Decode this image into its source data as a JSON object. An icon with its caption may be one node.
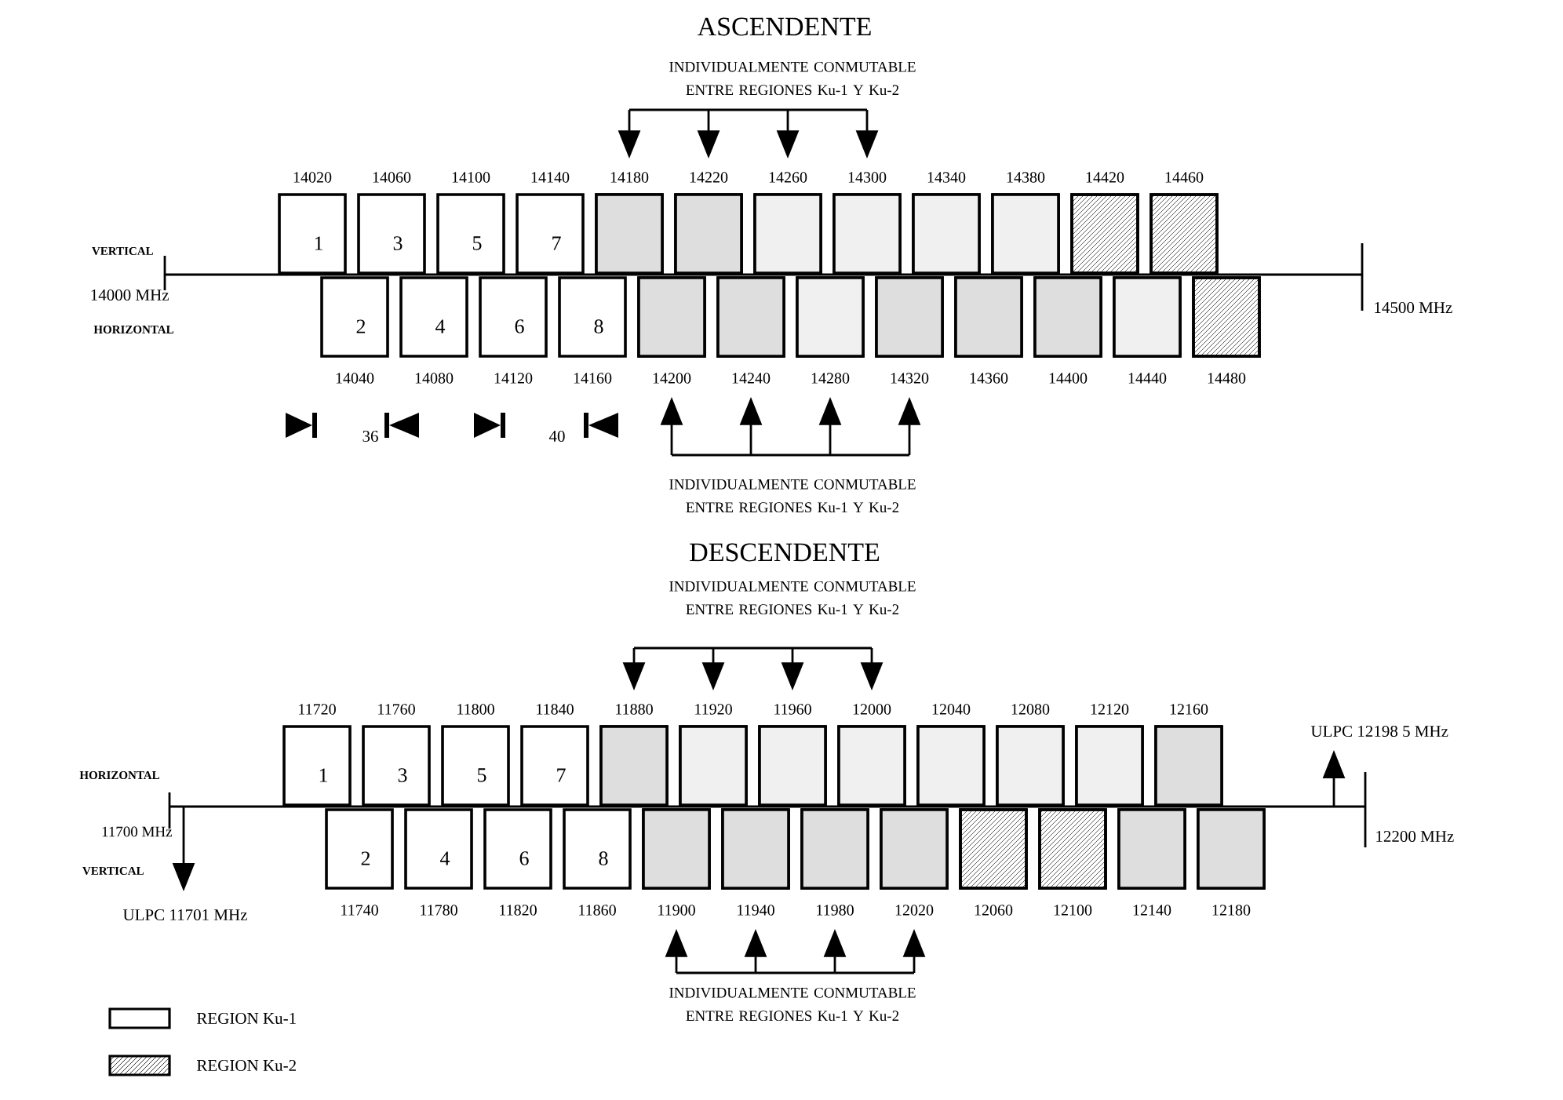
{
  "diagram": {
    "nodes": [
      {
        "text": [
          "1"
        ],
        "beside": [
          "14020"
        ]
      },
      {
        "text": [
          "3"
        ],
        "beside": [
          "14060"
        ]
      },
      {
        "text": [
          "5"
        ],
        "beside": [
          "14100"
        ]
      },
      {
        "text": [
          "7"
        ],
        "beside": [
          "14140"
        ]
      },
      {
        "text": [],
        "shape": "box",
        "beside": [
          "14180"
        ]
      },
      {
        "text": [],
        "shape": "box",
        "beside": [
          "14220"
        ]
      },
      {
        "text": [],
        "shape": "box",
        "beside": [
          "14260"
        ]
      },
      {
        "text": [],
        "shape": "box",
        "beside": [
          "14300"
        ]
      },
      {
        "text": [],
        "shape": "box",
        "beside": [
          "14340"
        ]
      },
      {
        "text": [],
        "shape": "box",
        "beside": [
          "14380"
        ]
      },
      {
        "text": [],
        "shape": "box",
        "beside": [
          "14420"
        ]
      },
      {
        "text": [],
        "shape": "box",
        "beside": [
          "14460"
        ]
      },
      {
        "text": [
          "2"
        ],
        "beside": [
          "14040"
        ]
      },
      {
        "text": [
          "4"
        ],
        "beside": [
          "14080"
        ]
      },
      {
        "text": [
          "6"
        ],
        "beside": [
          "14120"
        ]
      },
      {
        "text": [
          "8"
        ],
        "beside": [
          "14160"
        ]
      },
      {
        "text": [],
        "shape": "box",
        "beside": [
          "14200"
        ]
      },
      {
        "text": [],
        "shape": "box",
        "beside": [
          "14240"
        ]
      },
      {
        "text": [],
        "shape": "box",
        "beside": [
          "14280"
        ]
      },
      {
        "text": [],
        "shape": "box",
        "beside": [
          "14320"
        ]
      },
      {
        "text": [],
        "shape": "box",
        "beside": [
          "14360"
        ]
      },
      {
        "text": [],
        "shape": "box",
        "beside": [
          "14400"
        ]
      },
      {
        "text": [],
        "shape": "box",
        "beside": [
          "14440"
        ]
      },
      {
        "text": [],
        "shape": "box",
        "beside": [
          "14480"
        ]
      },
      {
        "text": [
          "1"
        ],
        "beside": [
          "11720"
        ]
      },
      {
        "text": [
          "3"
        ],
        "beside": [
          "11760"
        ]
      },
      {
        "text": [
          "5"
        ],
        "beside": [
          "11800"
        ]
      },
      {
        "text": [
          "7"
        ],
        "beside": [
          "11840"
        ]
      },
      {
        "text": [],
        "shape": "box",
        "beside": [
          "11880"
        ]
      },
      {
        "text": [],
        "shape": "box",
        "beside": [
          "11920"
        ]
      },
      {
        "text": [],
        "shape": "box",
        "beside": [
          "11960"
        ]
      },
      {
        "text": [],
        "shape": "box",
        "beside": [
          "12000"
        ]
      },
      {
        "text": [],
        "shape": "box",
        "beside": [
          "12040"
        ]
      },
      {
        "text": [],
        "shape": "box",
        "beside": [
          "12080"
        ]
      },
      {
        "text": [],
        "shape": "box",
        "beside": [
          "12120"
        ]
      },
      {
        "text": [],
        "shape": "box",
        "beside": [
          "12160"
        ]
      },
      {
        "text": [
          "2"
        ],
        "beside": [
          "11740"
        ]
      },
      {
        "text": [
          "4"
        ],
        "beside": [
          "11780"
        ]
      },
      {
        "text": [
          "6"
        ],
        "beside": [
          "11820"
        ]
      },
      {
        "text": [
          "8"
        ],
        "beside": [
          "11860"
        ]
      },
      {
        "text": [],
        "shape": "box",
        "beside": [
          "11900"
        ]
      },
      {
        "text": [],
        "shape": "box",
        "beside": [
          "11940"
        ]
      },
      {
        "text": [],
        "shape": "box",
        "beside": [
          "11980"
        ]
      },
      {
        "text": [],
        "shape": "box",
        "beside": [
          "12020"
        ]
      },
      {
        "text": [],
        "shape": "box",
        "beside": [
          "12060"
        ]
      },
      {
        "text": [],
        "shape": "box",
        "beside": [
          "12100"
        ]
      },
      {
        "text": [],
        "shape": "box",
        "beside": [
          "12140"
        ]
      },
      {
        "text": [],
        "shape": "box",
        "beside": [
          "12180"
        ]
      }
    ],
    "edges": [
      {
        "from": null,
        "to": 4,
        "arrow": "to"
      },
      {
        "from": null,
        "to": 5,
        "arrow": "to"
      },
      {
        "from": null,
        "to": 6,
        "arrow": "to"
      },
      {
        "from": null,
        "to": 7,
        "arrow": "to"
      },
      {
        "from": null,
        "to": 16,
        "arrow": "to"
      },
      {
        "from": null,
        "to": 17,
        "arrow": "to"
      },
      {
        "from": null,
        "to": 18,
        "arrow": "to"
      },
      {
        "from": null,
        "to": 19,
        "arrow": "to"
      },
      {
        "from": null,
        "to": 28,
        "arrow": "to"
      },
      {
        "from": null,
        "to": 29,
        "arrow": "to"
      },
      {
        "from": null,
        "to": 30,
        "arrow": "to"
      },
      {
        "from": null,
        "to": 31,
        "arrow": "to"
      },
      {
        "from": null,
        "to": 40,
        "arrow": "to"
      },
      {
        "from": null,
        "to": 41,
        "arrow": "to"
      },
      {
        "from": null,
        "to": 42,
        "arrow": "to"
      },
      {
        "from": null,
        "to": 43,
        "arrow": "to"
      }
    ],
    "labels": [
      "ASCENDENTE",
      "INDIVIDUALMENTE CONMUTABLE ENTRE REGIONES Ku-1 Y Ku-2",
      "VERTICAL",
      "14000 MHz",
      "HORIZONTAL",
      "14500 MHz",
      "36",
      "40",
      "INDIVIDUALMENTE CONMUTABLE ENTRE REGIONES Ku-1 Y Ku-2",
      "DESCENDENTE",
      "INDIVIDUALMENTE CONMUTABLE ENTRE REGIONES Ku-1 Y Ku-2",
      "HORIZONTAL",
      "11700 MHz",
      "VERTICAL",
      "ULPC 11701 MHz",
      "ULPC 12198 5 MHz",
      "12200 MHz",
      "INDIVIDUALMENTE CONMUTABLE ENTRE REGIONES Ku-1 Y Ku-2"
    ],
    "legend": [
      {
        "text": "REGION Ku-1"
      },
      {
        "text": "REGION Ku-2"
      }
    ]
  }
}
